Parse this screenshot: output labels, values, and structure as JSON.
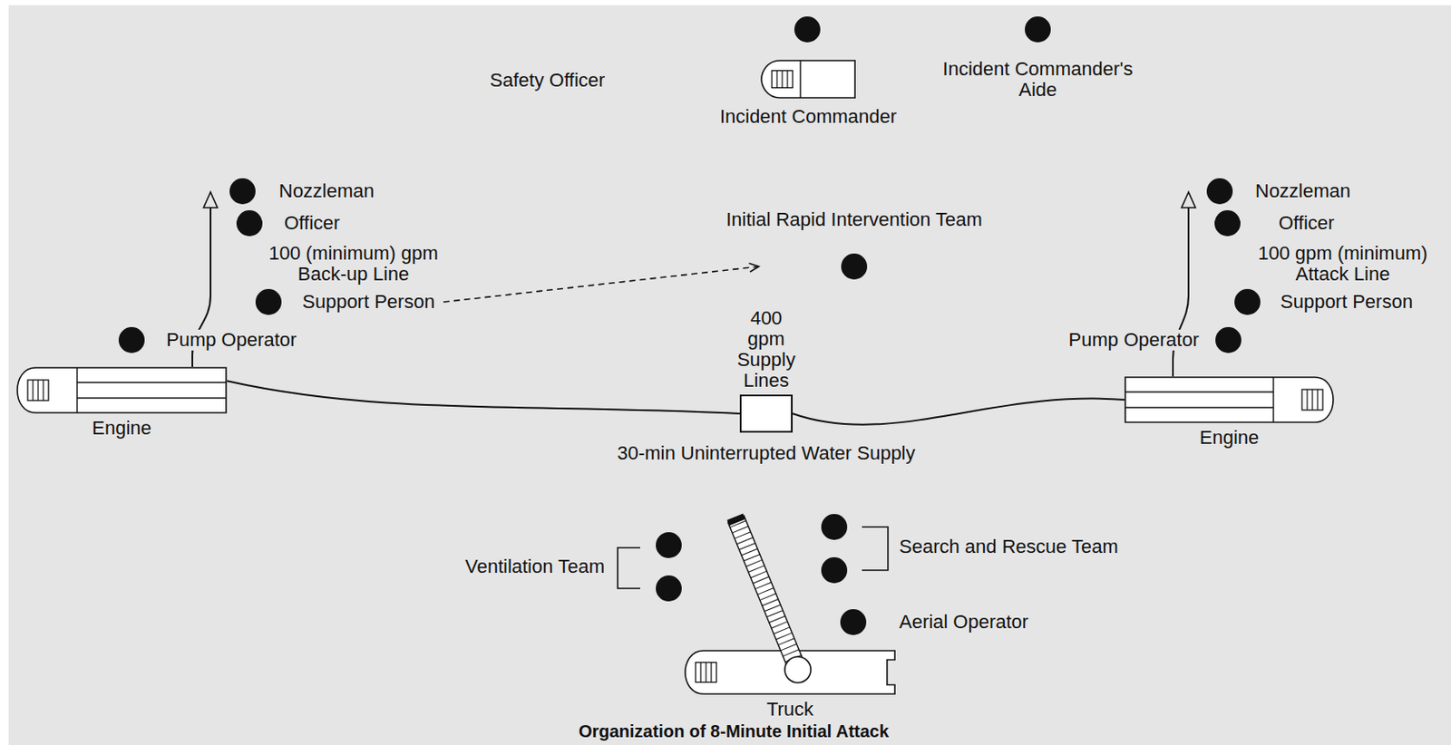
{
  "diagram": {
    "caption": "Organization of 8-Minute Initial Attack",
    "nodes": [
      {
        "text": [
          "Incident Commander"
        ]
      },
      {
        "text": [
          "Engine"
        ]
      },
      {
        "text": [
          "400 gpm Supply Lines",
          "30-min Uninterrupted Water Supply"
        ]
      },
      {
        "text": [
          "Engine"
        ]
      },
      {
        "text": [
          "Truck"
        ]
      }
    ],
    "edges": [
      {
        "from": 1,
        "to": 2,
        "arrow": "none"
      },
      {
        "from": 2,
        "to": 3,
        "arrow": "none"
      }
    ],
    "labels": [
      "Safety Officer",
      "Incident Commander's Aide",
      "Nozzleman",
      "Officer",
      "100 (minimum) gpm Back-up Line",
      "Support Person",
      "Pump Operator",
      "Initial Rapid Intervention Team",
      "Nozzleman",
      "Officer",
      "100 gpm (minimum) Attack Line",
      "Support Person",
      "Pump Operator",
      "Ventilation Team",
      "Search and Rescue Team",
      "Aerial Operator"
    ]
  }
}
